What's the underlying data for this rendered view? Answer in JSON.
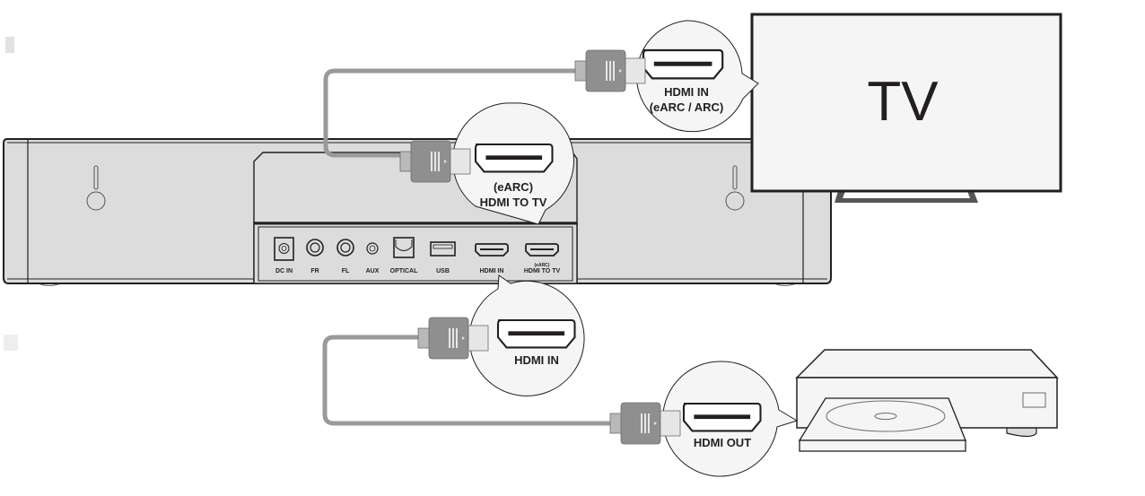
{
  "diagram": {
    "title": "Soundbar HDMI eARC/ARC connection diagram",
    "colors": {
      "soundbar_body": "#dcdcdc",
      "callout_fill": "#f4f5f4",
      "cable": "#9a9a9a",
      "plug_body": "#8f8f8f",
      "plug_tip": "#e6e6e6",
      "outline": "#231f20",
      "tv_screen": "#f4f5f4"
    },
    "devices": {
      "tv": {
        "label": "TV"
      },
      "soundbar": {
        "name": "Soundbar"
      },
      "player": {
        "name": "Disc player"
      }
    },
    "rear_panel_ports": [
      {
        "id": "dc-in",
        "label": "DC IN"
      },
      {
        "id": "fr",
        "label": "FR"
      },
      {
        "id": "fl",
        "label": "FL"
      },
      {
        "id": "aux",
        "label": "AUX"
      },
      {
        "id": "optical",
        "label": "OPTICAL"
      },
      {
        "id": "usb",
        "label": "USB"
      },
      {
        "id": "hdmi-in",
        "label": "HDMI IN"
      },
      {
        "id": "hdmi-to-tv",
        "label": "HDMI TO TV",
        "sublabel": "(eARC)"
      }
    ],
    "callouts": {
      "tv_hdmi_in": {
        "line1": "HDMI IN",
        "line2": "(eARC / ARC)"
      },
      "soundbar_hdmi_to_tv": {
        "line1": "(eARC)",
        "line2": "HDMI TO TV"
      },
      "soundbar_hdmi_in": {
        "line1": "HDMI IN"
      },
      "player_hdmi_out": {
        "line1": "HDMI OUT"
      }
    },
    "connections": [
      {
        "from": "Soundbar HDMI TO TV (eARC)",
        "to": "TV HDMI IN (eARC / ARC)"
      },
      {
        "from": "Disc player HDMI OUT",
        "to": "Soundbar HDMI IN"
      }
    ]
  }
}
